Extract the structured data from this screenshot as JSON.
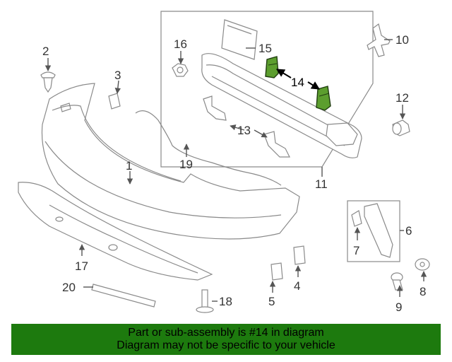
{
  "diagram": {
    "callouts": [
      "1",
      "2",
      "3",
      "4",
      "5",
      "6",
      "7",
      "8",
      "9",
      "10",
      "11",
      "12",
      "13",
      "14",
      "15",
      "16",
      "17",
      "18",
      "19",
      "20"
    ],
    "highlighted_part": "14",
    "highlight_color": "#5c9e2e"
  },
  "banner": {
    "line1": "Part or sub-assembly is #14 in diagram",
    "line2": "Diagram may not be specific to your vehicle",
    "background": "#1d7a0e"
  }
}
